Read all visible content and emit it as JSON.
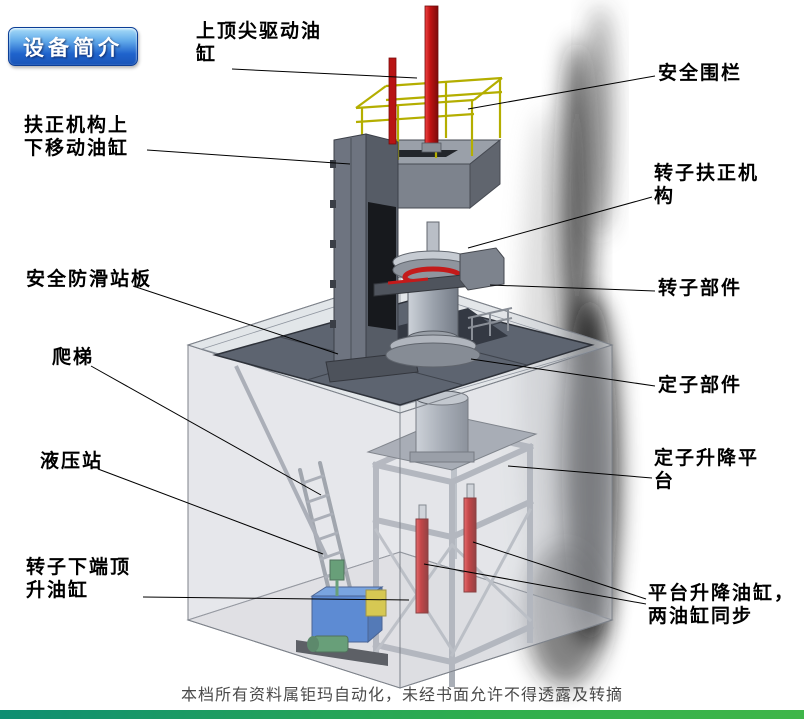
{
  "badge": {
    "label": "设备简介"
  },
  "labels": [
    {
      "id": "top-center-drive-cylinder",
      "text": "上顶尖驱动油\n缸"
    },
    {
      "id": "safety-fence",
      "text": "安全围栏"
    },
    {
      "id": "righting-mechanism-lift-cylinder",
      "text": "扶正机构上\n下移动油缸"
    },
    {
      "id": "rotor-righting-mechanism",
      "text": "转子扶正机\n构"
    },
    {
      "id": "anti-slip-standing-plate",
      "text": "安全防滑站板"
    },
    {
      "id": "rotor-component",
      "text": "转子部件"
    },
    {
      "id": "ladder",
      "text": "爬梯"
    },
    {
      "id": "stator-component",
      "text": "定子部件"
    },
    {
      "id": "hydraulic-station",
      "text": "液压站"
    },
    {
      "id": "stator-lift-platform",
      "text": "定子升降平\n台"
    },
    {
      "id": "rotor-bottom-jack-cylinder",
      "text": "转子下端顶\n升油缸"
    },
    {
      "id": "platform-lift-cylinders",
      "text": "平台升降油缸，\n两油缸同步"
    }
  ],
  "footer": {
    "notice": "本档所有资料属钜玛自动化，未经书面允许不得透露及转摘"
  },
  "colors": {
    "cylinder_red": "#c01212",
    "railing_yellow": "#b4ae00",
    "hydraulic_blue": "#2e6ecf",
    "motor_green": "#3e8a52",
    "platform_gray": "#5d6470",
    "badge_blue": "#1f63cc",
    "footer_green_left": "#0e8e72",
    "footer_green_right": "#3fb649"
  }
}
